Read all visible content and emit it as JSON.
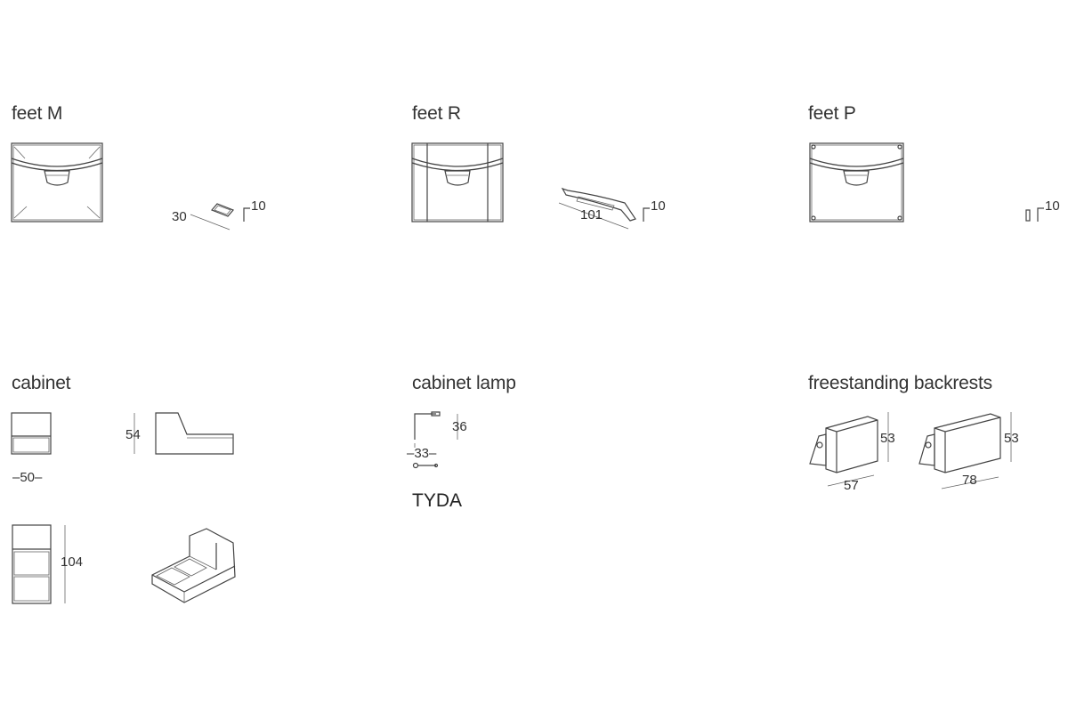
{
  "sections": {
    "feet_m": {
      "title": "feet M",
      "dim_length": "30",
      "dim_height": "10"
    },
    "feet_r": {
      "title": "feet R",
      "dim_length": "101",
      "dim_height": "10"
    },
    "feet_p": {
      "title": "feet P",
      "dim_height": "10"
    },
    "cabinet": {
      "title": "cabinet",
      "dim_width": "50",
      "dim_height": "54",
      "dim_depth": "104"
    },
    "cabinet_lamp": {
      "title": "cabinet lamp",
      "dim_height": "36",
      "dim_width": "33",
      "brand": "TYDA"
    },
    "backrests": {
      "title": "freestanding backrests",
      "small_height": "53",
      "small_width": "57",
      "large_height": "53",
      "large_width": "78"
    }
  }
}
